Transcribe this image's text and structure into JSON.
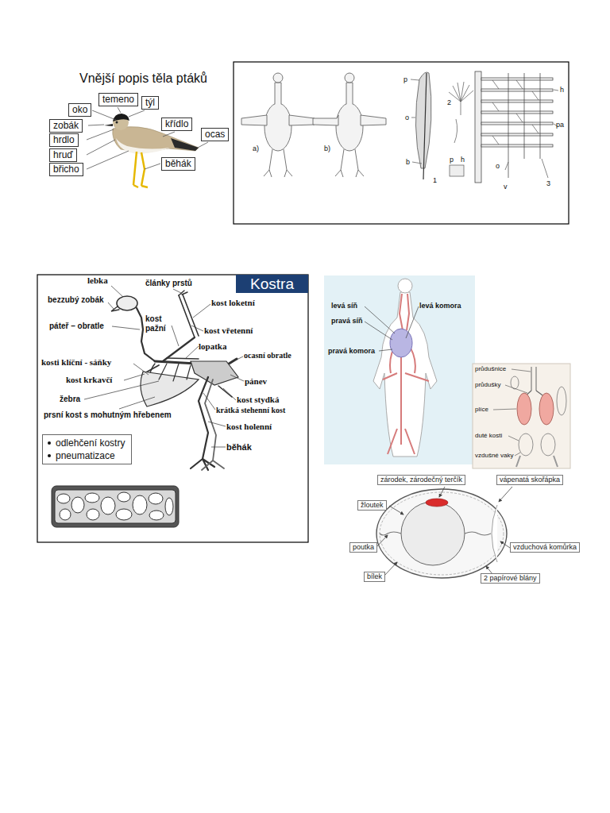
{
  "diagram": {
    "nodes": [
      {
        "text": [
          "temeno"
        ]
      },
      {
        "text": [
          "týl"
        ]
      },
      {
        "text": [
          "oko"
        ]
      },
      {
        "text": [
          "zobák"
        ]
      },
      {
        "text": [
          "křídlo"
        ]
      },
      {
        "text": [
          "hrdlo"
        ]
      },
      {
        "text": [
          "ocas"
        ]
      },
      {
        "text": [
          "hruď"
        ]
      },
      {
        "text": [
          "běhák"
        ]
      },
      {
        "text": [
          "břicho"
        ]
      },
      {
        "text": [
          "Kostra"
        ]
      },
      {
        "text": [
          "odlehčení kostry",
          "pneumatizace"
        ]
      },
      {
        "text": [
          "zárodek, zárodečný terčík"
        ]
      },
      {
        "text": [
          "vápenatá skořápka"
        ]
      },
      {
        "text": [
          "žloutek"
        ]
      },
      {
        "text": [
          "poutka"
        ]
      },
      {
        "text": [
          "vzduchová komůrka"
        ]
      },
      {
        "text": [
          "bílek"
        ]
      },
      {
        "text": [
          "2 papírové blány"
        ]
      }
    ],
    "labels": [
      "Vnější popis těla ptáků",
      "a)",
      "b)",
      "p",
      "o",
      "b",
      "1",
      "2",
      "p",
      "h",
      "h",
      "pa",
      "o",
      "v",
      "3",
      "lebka",
      "články prstů",
      "bezzubý zobák",
      "kost loketní",
      "kost pažní",
      "páteř – obratle",
      "kost vřetenní",
      "lopatka",
      "ocasní obratle",
      "kosti klíční - sáňky",
      "kost krkavčí",
      "pánev",
      "žebra",
      "kost stydká",
      "krátká stehenní kost",
      "prsní kost s mohutným hřebenem",
      "kost holenní",
      "běhák",
      "levá síň",
      "levá komora",
      "pravá síň",
      "pravá komora",
      "průdušnice",
      "průdušky",
      "plíce",
      "duté kosti",
      "vzdušné vaky"
    ]
  }
}
